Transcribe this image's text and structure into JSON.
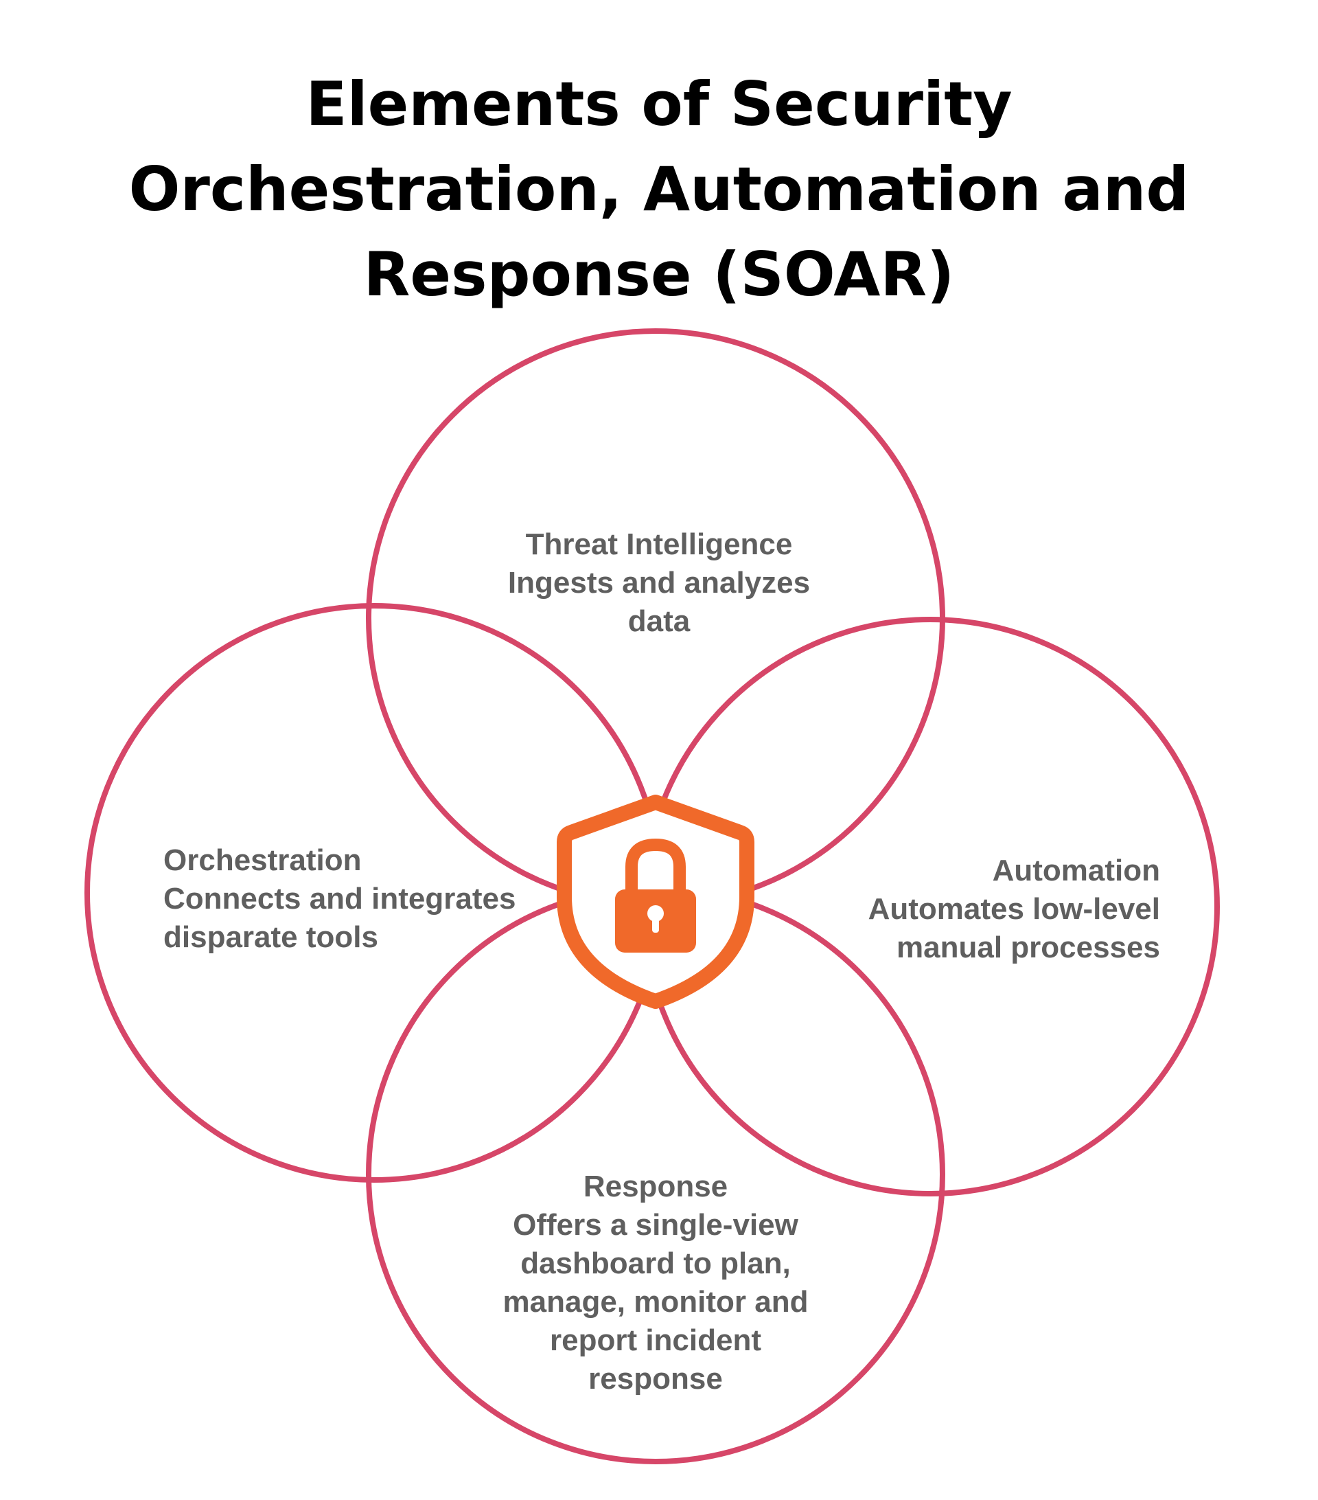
{
  "title": {
    "line1": "Elements of Security",
    "line2": "Orchestration, Automation and",
    "line3": "Response (SOAR)"
  },
  "elements": [
    {
      "id": "threat",
      "title": "Threat Intelligence",
      "lines": [
        "Ingests and analyzes",
        "data"
      ]
    },
    {
      "id": "orchestration",
      "title": "Orchestration",
      "lines": [
        "Connects and integrates",
        "disparate tools"
      ]
    },
    {
      "id": "automation",
      "title": "Automation",
      "lines": [
        "Automates low-level",
        "manual processes"
      ]
    },
    {
      "id": "response",
      "title": "Response",
      "lines": [
        "Offers a single-view",
        "dashboard to plan,",
        "manage, monitor and",
        "report incident",
        "response"
      ]
    }
  ],
  "center_icon": "shield-lock-icon",
  "colors": {
    "ring": "#d64668",
    "icon": "#f0692a",
    "label_text": "#5f5f5f",
    "title_text": "#000000"
  }
}
